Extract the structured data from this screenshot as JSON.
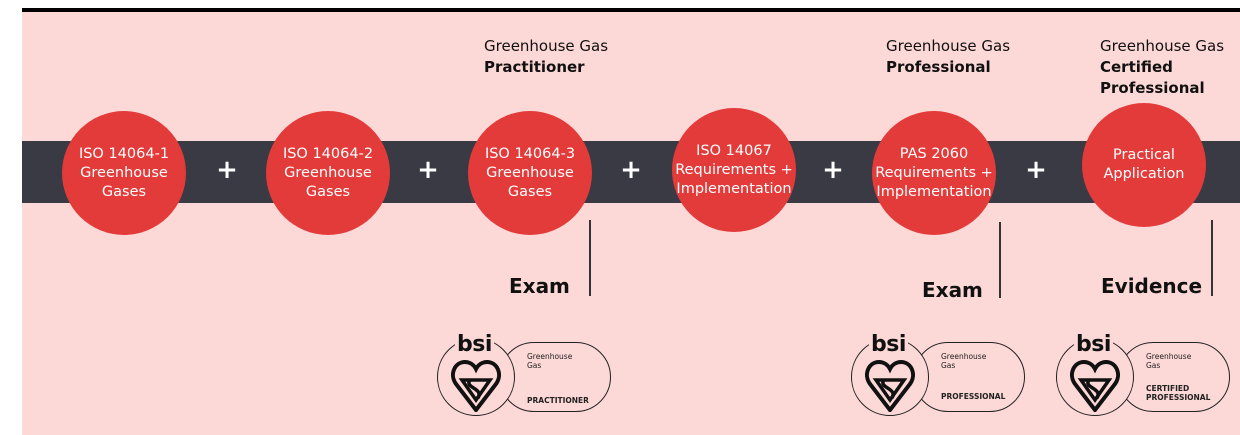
{
  "nodes": [
    {
      "lines": [
        "ISO 14064-1",
        "Greenhouse",
        "Gases"
      ]
    },
    {
      "lines": [
        "ISO 14064-2",
        "Greenhouse",
        "Gases"
      ]
    },
    {
      "lines": [
        "ISO 14064-3",
        "Greenhouse",
        "Gases"
      ]
    },
    {
      "lines": [
        "ISO 14067",
        "Requirements +",
        "Implementation"
      ]
    },
    {
      "lines": [
        "PAS 2060",
        "Requirements +",
        "Implementation"
      ]
    },
    {
      "lines": [
        "Practical",
        "Application"
      ]
    }
  ],
  "connectors": [
    "+",
    "+",
    "+",
    "+",
    "+"
  ],
  "titles": [
    {
      "light": "Greenhouse Gas",
      "bold": [
        "Practitioner"
      ]
    },
    {
      "light": "Greenhouse Gas",
      "bold": [
        "Professional"
      ]
    },
    {
      "light": "Greenhouse Gas",
      "bold": [
        "Certified",
        "Professional"
      ]
    }
  ],
  "requirements": [
    "Exam",
    "Exam",
    "Evidence"
  ],
  "badges": [
    {
      "logo": "bsi",
      "line1": "Greenhouse",
      "line2": "Gas",
      "level": [
        "PRACTITIONER"
      ]
    },
    {
      "logo": "bsi",
      "line1": "Greenhouse",
      "line2": "Gas",
      "level": [
        "PROFESSIONAL"
      ]
    },
    {
      "logo": "bsi",
      "line1": "Greenhouse",
      "line2": "Gas",
      "level": [
        "CERTIFIED",
        "PROFESSIONAL"
      ]
    }
  ],
  "colors": {
    "panel": "#fcd8d6",
    "band": "#393a43",
    "node": "#e33a3a"
  }
}
